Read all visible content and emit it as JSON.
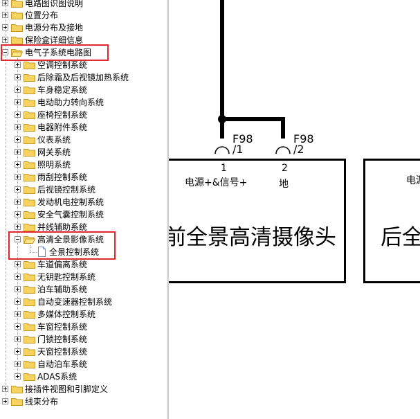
{
  "tree": {
    "items": [
      {
        "label": "电路图识图说明",
        "expanded": false
      },
      {
        "label": "位置分布",
        "expanded": false
      },
      {
        "label": "电源分布及接地",
        "expanded": false
      },
      {
        "label": "保险盒详细信息",
        "expanded": false
      },
      {
        "label": "电气子系统电路图",
        "expanded": true,
        "highlighted": true,
        "children": [
          {
            "label": "空调控制系统"
          },
          {
            "label": "后除霜及后视镜加热系统"
          },
          {
            "label": "车身稳定系统"
          },
          {
            "label": "电动助力转向系统"
          },
          {
            "label": "座椅控制系统"
          },
          {
            "label": "电器附件系统"
          },
          {
            "label": "仪表系统"
          },
          {
            "label": "网关系统"
          },
          {
            "label": "照明系统"
          },
          {
            "label": "雨刮控制系统"
          },
          {
            "label": "后视镜控制系统"
          },
          {
            "label": "发动机电控制系统"
          },
          {
            "label": "安全气囊控制系统"
          },
          {
            "label": "并线辅助系统"
          },
          {
            "label": "高清全景影像系统",
            "expanded": true,
            "highlighted": true,
            "children": [
              {
                "label": "全景控制系统"
              }
            ]
          },
          {
            "label": "车道偏离系统"
          },
          {
            "label": "无钥匙控制系统"
          },
          {
            "label": "泊车辅助系统"
          },
          {
            "label": "自动变速器控制系统"
          },
          {
            "label": "多媒体控制系统"
          },
          {
            "label": "车窗控制系统"
          },
          {
            "label": "门锁控制系统"
          },
          {
            "label": "天窗控制系统"
          },
          {
            "label": "自动泊车系统"
          },
          {
            "label": "ADAS系统"
          }
        ]
      },
      {
        "label": "接插件视图和引脚定义",
        "expanded": false
      },
      {
        "label": "线束分布",
        "expanded": false
      }
    ]
  },
  "diagram": {
    "connector_pins": [
      {
        "connector": "F98",
        "pin": "/1"
      },
      {
        "connector": "F98",
        "pin": "/2"
      }
    ],
    "component_left": {
      "title": "前全景高清摄像头",
      "pins": [
        {
          "number": "1",
          "desc": "电源+&信号+"
        },
        {
          "number": "2",
          "desc": "地"
        }
      ]
    },
    "component_right": {
      "title": "后全",
      "pin_desc": "电源"
    }
  },
  "colors": {
    "highlight": "#e0282e",
    "folder_fill": "#f6d35e",
    "folder_stroke": "#c29a2c",
    "wire": "#000000"
  }
}
